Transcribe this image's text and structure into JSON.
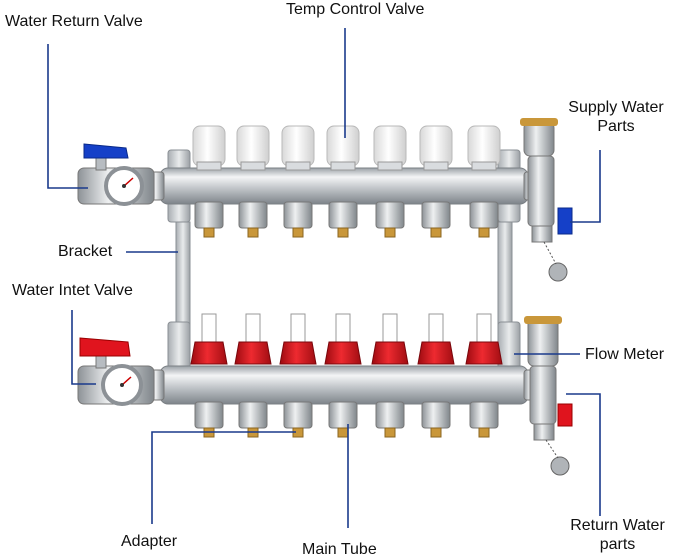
{
  "labels": {
    "water_return_valve": "Water Return Valve",
    "temp_control_valve": "Temp Control Valve",
    "supply_water_parts_line1": "Supply Water",
    "supply_water_parts_line2": "Parts",
    "bracket": "Bracket",
    "water_inlet_valve": "Water Intet Valve",
    "flow_meter": "Flow Meter",
    "adapter": "Adapter",
    "main_tube": "Main Tube",
    "return_water_parts_line1": "Return Water",
    "return_water_parts_line2": "parts"
  },
  "colors": {
    "leader_line": "#1a3a8c",
    "steel": "#c9ccd0",
    "brass": "#c9973a",
    "flow_meter_red": "#d4111a",
    "return_handle_blue": "#1540c8",
    "inlet_handle_red": "#e0141e",
    "cap_white": "#f2f2f2"
  },
  "icons": {
    "gauge": "pressure-gauge-icon",
    "valve_handle": "ball-valve-handle-icon"
  }
}
